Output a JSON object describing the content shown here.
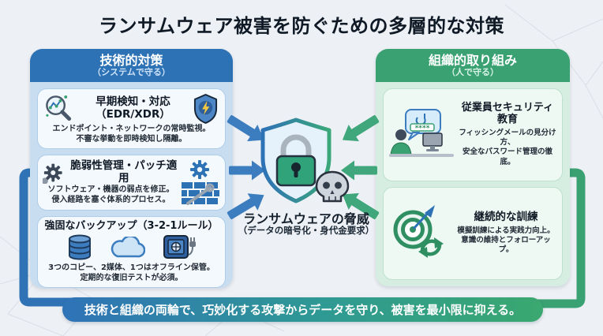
{
  "title": "ランサムウェア被害を防ぐための多層的な対策",
  "left_panel": {
    "title": "技術的対策",
    "subtitle": "（システムで守る）",
    "boxes": [
      {
        "title_line1": "早期検知・対応",
        "title_line2": "（EDR/XDR）",
        "desc1": "エンドポイント・ネットワークの常時監視。",
        "desc2": "不審な挙動を即時検知し隔離。"
      },
      {
        "title": "脆弱性管理・パッチ適用",
        "desc1": "ソフトウェア・機器の弱点を修正。",
        "desc2": "侵入経路を塞ぐ体系的プロセス。"
      },
      {
        "title": "強固なバックアップ（3-2-1ルール）",
        "desc1": "3つのコピー、2媒体、1つはオフライン保管。",
        "desc2": "定期的な復旧テストが必須。"
      }
    ]
  },
  "right_panel": {
    "title": "組織的取り組み",
    "subtitle": "（人で守る）",
    "boxes": [
      {
        "title": "従業員セキュリティ教育",
        "desc1": "フィッシングメールの見分け方、",
        "desc2": "安全なパスワード管理の徹底。",
        "password_mask": "****"
      },
      {
        "title": "継続的な訓練",
        "desc1": "模擬訓練による実践力向上。",
        "desc2": "意識の維持とフォローアップ。"
      }
    ]
  },
  "center": {
    "title": "ランサムウェアの脅威",
    "subtitle": "（データの暗号化・身代金要求）"
  },
  "footer": {
    "text": "技術と組織の両輪で、巧妙化する攻撃からデータを守り、被害を最小限に抑える。"
  },
  "colors": {
    "tech_blue": "#2e72b6",
    "org_green": "#3aa172",
    "arrow_blue": "#3c7dc0",
    "arrow_green": "#3fa77b",
    "panel_blue_bg": "#c9ddf1",
    "panel_green_bg": "#d5eee1",
    "lock_green": "#31a37b",
    "bolt_yellow": "#f6c83f",
    "background": "#edf0f4"
  }
}
